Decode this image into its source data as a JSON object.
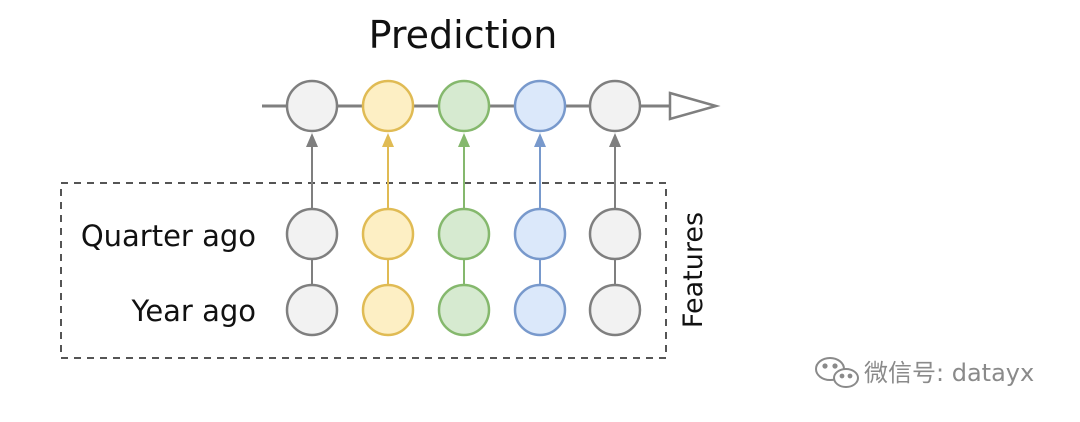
{
  "title": "Prediction",
  "row_labels": {
    "quarter": "Quarter ago",
    "year": "Year ago"
  },
  "features_label": "Features",
  "watermark": {
    "text": "微信号: datayx",
    "icon": "wechat-icon"
  },
  "columns": [
    {
      "fill": "#f2f2f2",
      "stroke": "#7f7f7f"
    },
    {
      "fill": "#fdefc4",
      "stroke": "#e0bb54"
    },
    {
      "fill": "#d6ead0",
      "stroke": "#85b86d"
    },
    {
      "fill": "#dbe8fa",
      "stroke": "#7899cc"
    },
    {
      "fill": "#f2f2f2",
      "stroke": "#7f7f7f"
    }
  ],
  "colors": {
    "timeline": "#7f7f7f",
    "dashed_box": "#555555",
    "text": "#111111",
    "watermark": "#8a8a8a"
  }
}
